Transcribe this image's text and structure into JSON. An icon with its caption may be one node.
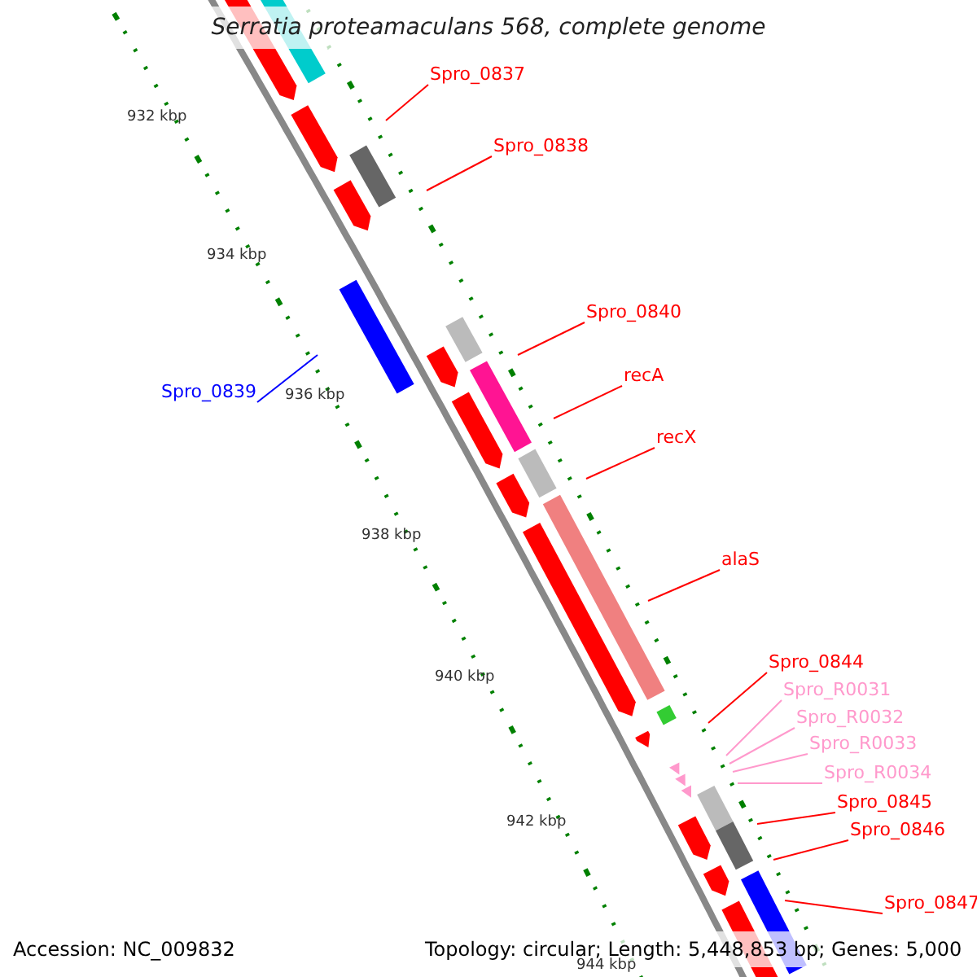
{
  "diagram": {
    "title": "Serratia proteamaculans 568, complete genome",
    "nodes": [
      {
        "text": [
          "Spro_0837"
        ]
      },
      {
        "text": [
          "Spro_0838"
        ]
      },
      {
        "text": [
          "Spro_0840"
        ]
      },
      {
        "text": [
          "recA"
        ]
      },
      {
        "text": [
          "Spro_0839"
        ]
      },
      {
        "text": [
          "recX"
        ]
      },
      {
        "text": [
          "alaS"
        ]
      },
      {
        "text": [
          "Spro_0844"
        ]
      },
      {
        "text": [
          "Spro_R0031"
        ]
      },
      {
        "text": [
          "Spro_R0032"
        ]
      },
      {
        "text": [
          "Spro_R0033"
        ]
      },
      {
        "text": [
          "Spro_R0034"
        ]
      },
      {
        "text": [
          "Spro_0845"
        ]
      },
      {
        "text": [
          "Spro_0846"
        ]
      },
      {
        "text": [
          "Spro_0847"
        ]
      }
    ],
    "edges": [
      {
        "from": 0,
        "to": null,
        "arrow": "none"
      },
      {
        "from": 1,
        "to": null,
        "arrow": "none"
      },
      {
        "from": 2,
        "to": null,
        "arrow": "none"
      },
      {
        "from": 3,
        "to": null,
        "arrow": "none"
      },
      {
        "from": 4,
        "to": null,
        "arrow": "none",
        "color": "#0000ff"
      },
      {
        "from": 5,
        "to": null,
        "arrow": "none"
      },
      {
        "from": 6,
        "to": null,
        "arrow": "none"
      },
      {
        "from": 7,
        "to": null,
        "arrow": "none"
      },
      {
        "from": 8,
        "to": null,
        "arrow": "none",
        "color": "#ff99cc"
      },
      {
        "from": 9,
        "to": null,
        "arrow": "none",
        "color": "#ff99cc"
      },
      {
        "from": 10,
        "to": null,
        "arrow": "none",
        "color": "#ff99cc"
      },
      {
        "from": 11,
        "to": null,
        "arrow": "none",
        "color": "#ff99cc"
      },
      {
        "from": 12,
        "to": null,
        "arrow": "none"
      },
      {
        "from": 13,
        "to": null,
        "arrow": "none"
      },
      {
        "from": 14,
        "to": null,
        "arrow": "none"
      }
    ],
    "labels": [
      "932 kbp",
      "934 kbp",
      "936 kbp",
      "938 kbp",
      "940 kbp",
      "942 kbp",
      "944 kbp",
      "Accession: NC_009832",
      "Topology: circular; Length: 5,448,853 bp; Genes: 5,000"
    ]
  }
}
